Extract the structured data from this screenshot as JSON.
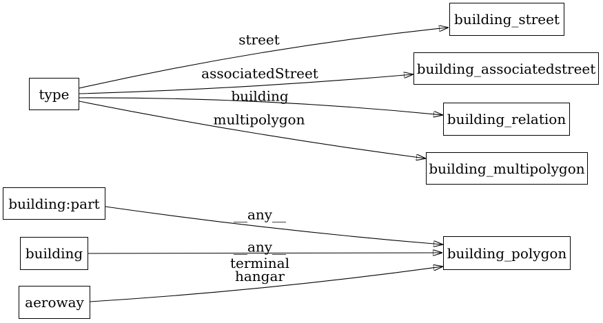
{
  "diagram": {
    "kind": "directed-graph",
    "background_color": "#ffffff",
    "stroke_color": "#000000",
    "text_color": "#000000"
  },
  "nodes": [
    {
      "id": "type",
      "label": "type"
    },
    {
      "id": "building_street",
      "label": "building_street"
    },
    {
      "id": "building_associatedstreet",
      "label": "building_associatedstreet"
    },
    {
      "id": "building_relation",
      "label": "building_relation"
    },
    {
      "id": "building_multipolygon",
      "label": "building_multipolygon"
    },
    {
      "id": "building:part",
      "label": "building:part"
    },
    {
      "id": "building",
      "label": "building"
    },
    {
      "id": "building_polygon",
      "label": "building_polygon"
    },
    {
      "id": "aeroway",
      "label": "aeroway"
    }
  ],
  "edges": [
    {
      "from": "type",
      "to": "building_street",
      "label": "street"
    },
    {
      "from": "type",
      "to": "building_associatedstreet",
      "label": "associatedStreet"
    },
    {
      "from": "type",
      "to": "building_relation",
      "label": "building"
    },
    {
      "from": "type",
      "to": "building_multipolygon",
      "label": "multipolygon"
    },
    {
      "from": "building:part",
      "to": "building_polygon",
      "label": "__any__"
    },
    {
      "from": "building",
      "to": "building_polygon",
      "label": "__any__"
    },
    {
      "from": "aeroway",
      "to": "building_polygon",
      "label": "terminal\nhangar"
    }
  ]
}
